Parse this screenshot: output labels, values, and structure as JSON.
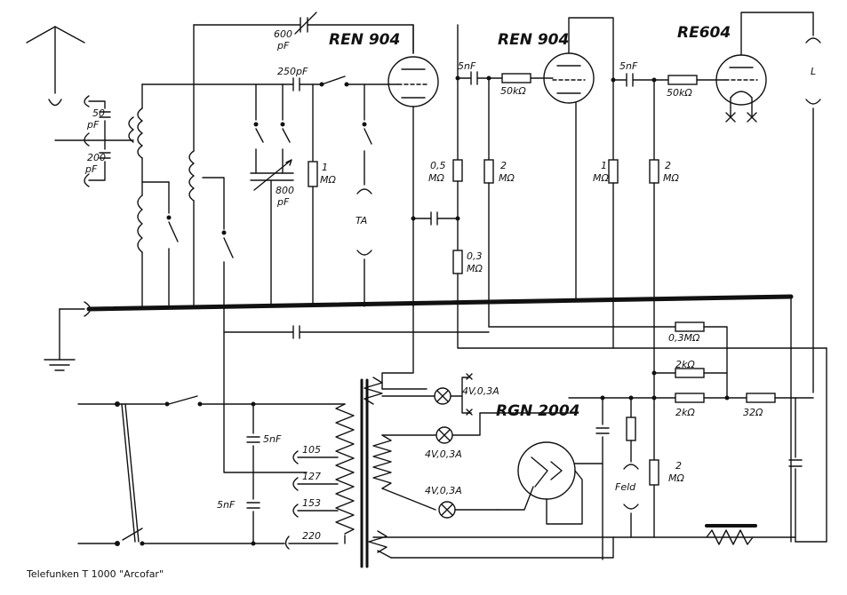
{
  "tubes": {
    "v1": "REN 904",
    "v2": "REN 904",
    "v3": "RE604",
    "rect": "RGN 2004"
  },
  "values": {
    "c_600": "600",
    "c_600_unit": "pF",
    "c_250": "250pF",
    "c_50": "50",
    "c_50_unit": "pF",
    "c_200": "200",
    "c_200_unit": "pF",
    "c_800": "800",
    "c_800_unit": "pF",
    "c_5nf_a": "5nF",
    "c_5nf_b": "5nF",
    "c_5nf_c": "5nF",
    "c_5nf_d": "5nF",
    "r_1m_a": "1",
    "r_1m_a_unit": "MΩ",
    "r_05m": "0,5",
    "r_05m_unit": "MΩ",
    "r_2m_a": "2",
    "r_2m_a_unit": "MΩ",
    "r_03m": "0,3",
    "r_03m_unit": "MΩ",
    "r_50k_a": "50kΩ",
    "r_50k_b": "50kΩ",
    "r_1m_b": "1",
    "r_1m_b_unit": "MΩ",
    "r_2m_b": "2",
    "r_2m_b_unit": "MΩ",
    "r_03m_h": "0,3MΩ",
    "r_2k_a": "2kΩ",
    "r_2k_b": "2kΩ",
    "r_32": "32Ω",
    "r_2m_c": "2",
    "r_2m_c_unit": "MΩ",
    "lamp_1": "4V,0,3A",
    "lamp_2": "4V,0,3A",
    "lamp_3": "4V,0,3A",
    "tap_105": "105",
    "tap_127": "127",
    "tap_153": "153",
    "tap_220": "220",
    "ta": "TA",
    "feld": "Feld",
    "speaker": "L"
  },
  "caption": "Telefunken T 1000 \"Arcofar\""
}
